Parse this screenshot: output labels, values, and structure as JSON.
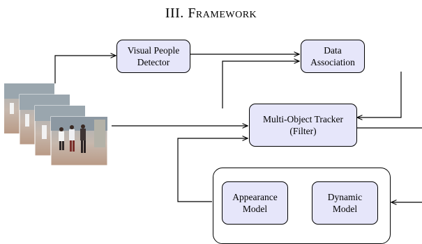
{
  "heading": {
    "number": "III.",
    "title": "Framework"
  },
  "nodes": {
    "detector": {
      "line1": "Visual People",
      "line2": "Detector"
    },
    "association": {
      "line1": "Data",
      "line2": "Association"
    },
    "tracker": {
      "line1": "Multi-Object Tracker",
      "line2": "(Filter)"
    },
    "appearance": {
      "line1": "Appearance",
      "line2": "Model"
    },
    "dynamic": {
      "line1": "Dynamic",
      "line2": "Model"
    }
  },
  "colors": {
    "node_fill": "#e6e6fa",
    "stroke": "#000000"
  },
  "input_frames": {
    "count": 4,
    "description_icon": "video-frame-stack"
  }
}
